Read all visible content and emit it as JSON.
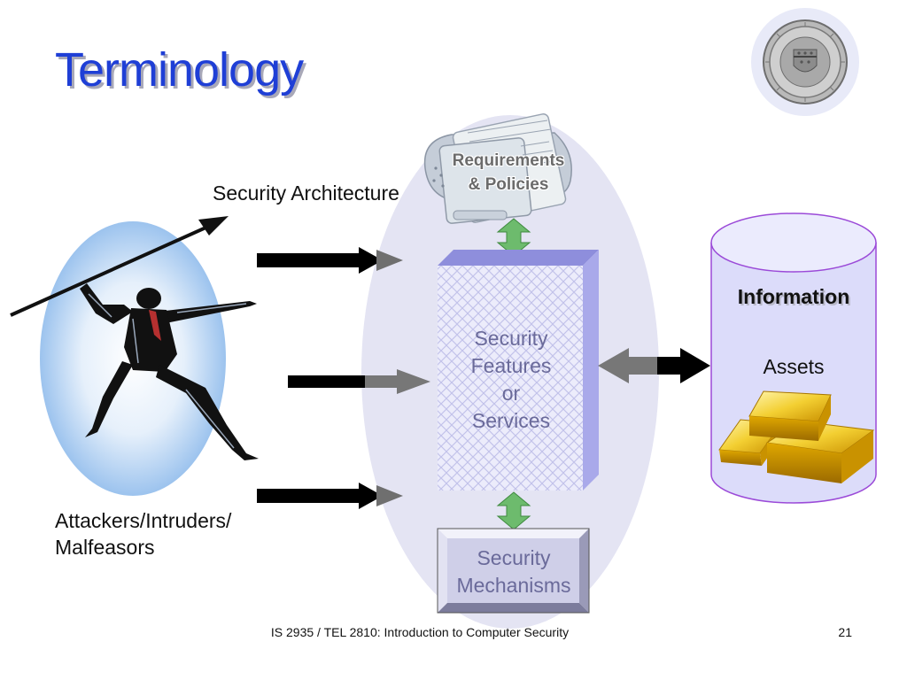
{
  "slide": {
    "title": "Terminology",
    "footer": "IS 2935 / TEL 2810: Introduction to Computer Security",
    "page_number": "21"
  },
  "diagram": {
    "security_architecture_label": "Security Architecture",
    "attackers_label_line1": "Attackers/Intruders/",
    "attackers_label_line2": "Malfeasors",
    "requirements_line1": "Requirements",
    "requirements_line2": "& Policies",
    "features_line1": "Security",
    "features_line2": "Features",
    "features_line3": "or",
    "features_line4": "Services",
    "mechanisms_line1": "Security",
    "mechanisms_line2": "Mechanisms",
    "information_label": "Information",
    "assets_label": "Assets"
  },
  "icons": {
    "seal": "university-seal-icon",
    "attacker": "spear-thrower-figure-icon",
    "requirements": "scroll-documents-icon",
    "assets": "gold-bars-icon"
  },
  "colors": {
    "title": "#1f3fd6",
    "ellipse": "#e4e4f3",
    "cylinder": "#dcdcfa",
    "cylinder_border": "#9b4ad8",
    "features_box_side": "#9b9be6",
    "mechanisms_box": "#cfcfe8",
    "green_arrow": "#6dbb6d",
    "gray_arrow": "#777777"
  }
}
